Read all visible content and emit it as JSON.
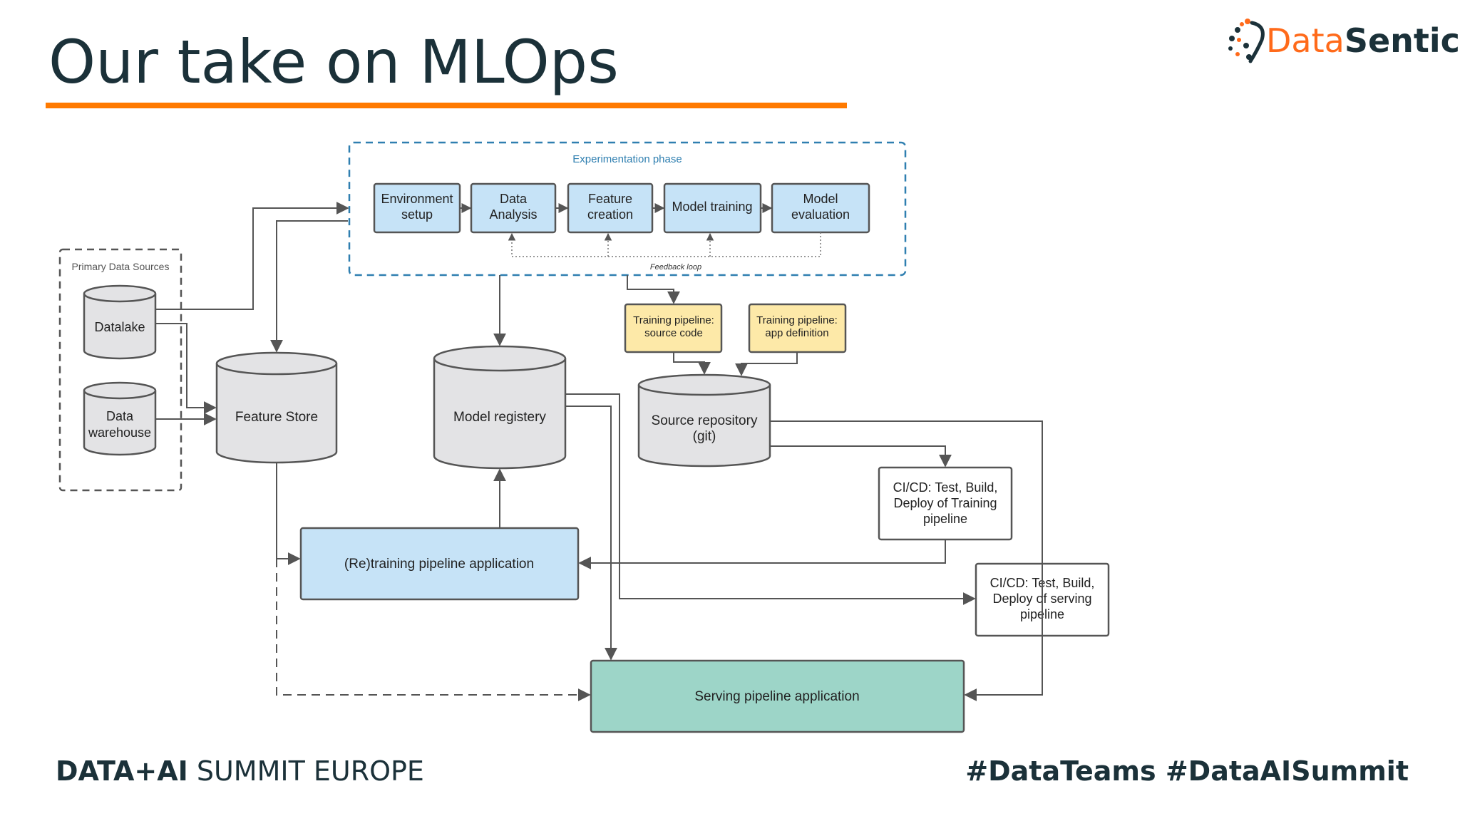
{
  "slide": {
    "title": "Our take on MLOps",
    "logo": {
      "part1": "Data",
      "part2": "Sentics"
    },
    "footer_left": {
      "bold": "DATA+AI",
      "rest": " SUMMIT EUROPE"
    },
    "footer_right": "#DataTeams  #DataAISummit"
  },
  "diagram": {
    "experimentation_label": "Experimentation phase",
    "feedback_label": "Feedback loop",
    "primary_sources_label": "Primary Data Sources",
    "steps": [
      {
        "line1": "Environment",
        "line2": "setup"
      },
      {
        "line1": "Data",
        "line2": "Analysis"
      },
      {
        "line1": "Feature",
        "line2": "creation"
      },
      {
        "line1": "Model training",
        "line2": ""
      },
      {
        "line1": "Model",
        "line2": "evaluation"
      }
    ],
    "datalake": "Datalake",
    "warehouse": {
      "line1": "Data",
      "line2": "warehouse"
    },
    "feature_store": "Feature Store",
    "model_registry": "Model registery",
    "source_repo": {
      "line1": "Source repository",
      "line2": "(git)"
    },
    "training_source": {
      "line1": "Training pipeline:",
      "line2": "source code"
    },
    "training_app": {
      "line1": "Training pipeline:",
      "line2": "app definition"
    },
    "cicd_training": {
      "line1": "CI/CD: Test, Build,",
      "line2": "Deploy of Training",
      "line3": "pipeline"
    },
    "cicd_serving": {
      "line1": "CI/CD: Test, Build,",
      "line2": "Deploy of serving",
      "line3": "pipeline"
    },
    "retraining": "(Re)training pipeline application",
    "serving": "Serving pipeline application"
  },
  "colors": {
    "accent": "#ff7a00",
    "navy": "#1b3139",
    "step_fill": "#c6e3f7",
    "note_fill": "#fde9a8",
    "serving_fill": "#9dd5c8",
    "cylinder_fill": "#e3e3e5",
    "experiment_border": "#2f7fb0"
  }
}
